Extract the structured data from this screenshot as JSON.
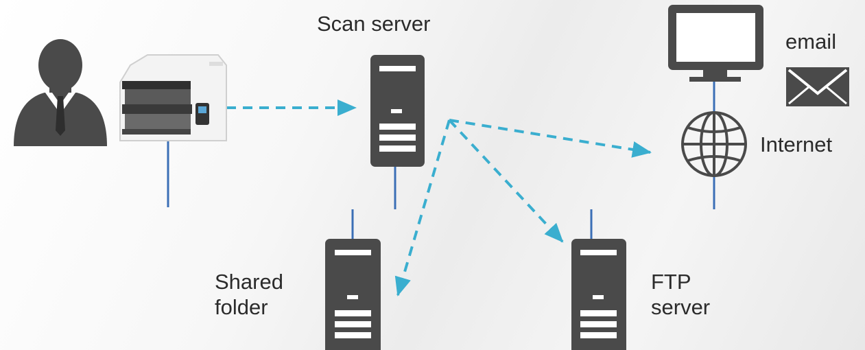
{
  "labels": {
    "scan_server": "Scan server",
    "email": "email",
    "internet": "Internet",
    "shared_folder": [
      "Shared",
      "folder"
    ],
    "ftp_server": [
      "FTP",
      "server"
    ]
  },
  "colors": {
    "arrow": "#3aaecf",
    "network_line": "#3b6fb6",
    "icon_dark": "#4a4a4a"
  },
  "icons": [
    "user-icon",
    "scanner-icon",
    "server-icon",
    "monitor-icon",
    "globe-icon",
    "envelope-icon"
  ]
}
